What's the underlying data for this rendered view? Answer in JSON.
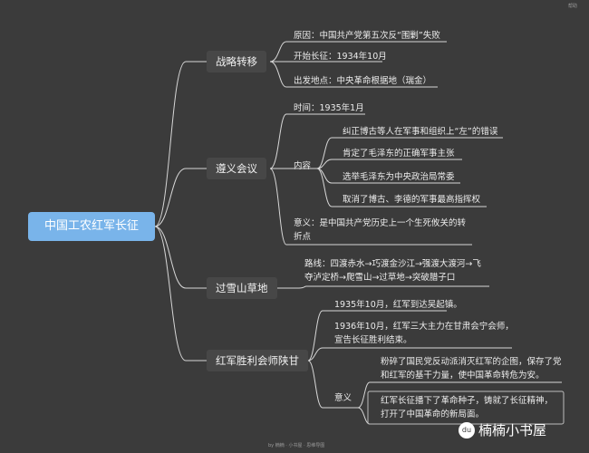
{
  "root": "中国工农红军长征",
  "branches": [
    {
      "title": "战略转移",
      "items": [
        "原因：中国共产党第五次反“围剿”失败",
        "开始长征：1934年10月",
        "出发地点：中央革命根据地（瑞金）"
      ]
    },
    {
      "title": "遵义会议",
      "time": "时间：1935年1月",
      "content_label": "内容",
      "content_items": [
        "纠正博古等人在军事和组织上“左”的错误",
        "肯定了毛泽东的正确军事主张",
        "选举毛泽东为中央政治局常委",
        "取消了博古、李德的军事最高指挥权"
      ],
      "significance": "意义：是中国共产党历史上一个生死攸关的转折点"
    },
    {
      "title": "过雪山草地",
      "route": "路线：四渡赤水→巧渡金沙江→强渡大渡河→飞夺泸定桥→爬雪山→过草地→突破腊子口"
    },
    {
      "title": "红军胜利会师陕甘",
      "items": [
        "1935年10月，红军到达吴起镇。",
        "1936年10月，红军三大主力在甘肃会宁会师，宣告长征胜利结束。"
      ],
      "significance_label": "意义",
      "significance_items": [
        "粉碎了国民党反动派消灭红军的企图，保存了党和红军的基干力量，使中国革命转危为安。",
        "红军长征播下了革命种子，铸就了长征精神，打开了中国革命的新局面。"
      ]
    }
  ],
  "watermark": {
    "icon": "du",
    "text": "楠楠小书屋"
  },
  "top_right_hint": "帮助",
  "bottom_center_hint": "by 楠楠 · 小书屋 · 思维导图",
  "colors": {
    "background": "#3b3b3b",
    "root": "#79b4ea",
    "line": "#d7d7d7"
  }
}
